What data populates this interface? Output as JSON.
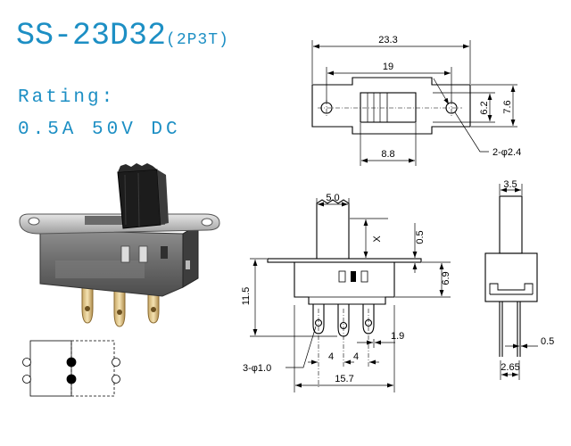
{
  "title": {
    "model": "SS-23D32",
    "variant": "(2P3T)"
  },
  "rating": {
    "label": "Rating:",
    "value": "0.5A  50V  DC"
  },
  "top_view": {
    "dims": {
      "overall_length": "23.3",
      "hole_spacing": "19",
      "height_outer": "7.6",
      "height_inner": "6.2",
      "slot_width": "8.8",
      "hole_callout": "2-φ2.4"
    }
  },
  "front_view": {
    "dims": {
      "actuator_width": "5.0",
      "actuator_travel": "X",
      "plate_thickness": "0.5",
      "body_height": "6.9",
      "overall_height": "11.5",
      "pin_spacing_1": "4",
      "pin_spacing_2": "4",
      "pin_offset": "1.9",
      "pin_hole_callout": "3-φ1.0",
      "body_length": "15.7"
    }
  },
  "side_view": {
    "dims": {
      "actuator_width": "3.5",
      "pin_thickness": "0.5",
      "pin_spacing": "2.65"
    }
  },
  "colors": {
    "title": "#1d8fc4",
    "line": "#000000"
  }
}
